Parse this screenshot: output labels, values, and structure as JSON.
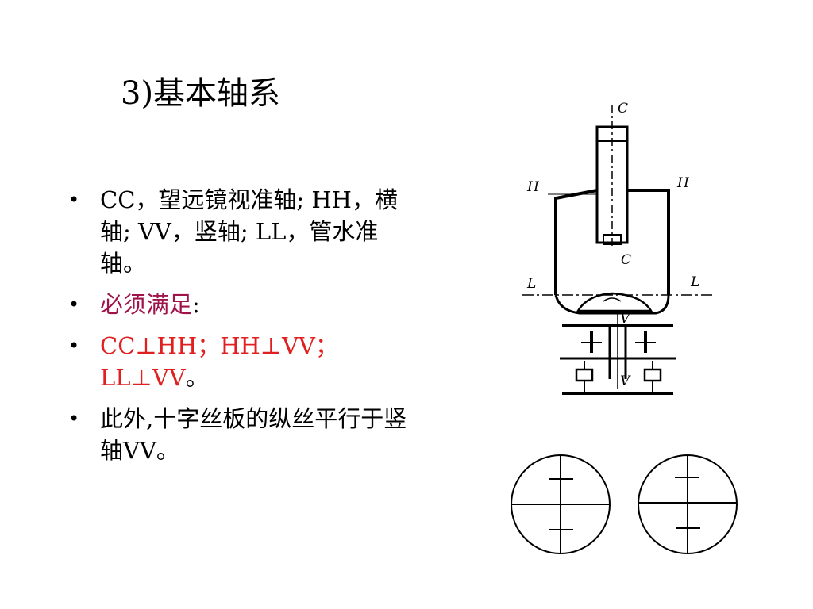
{
  "slide": {
    "title": "3)基本轴系",
    "bullets": [
      {
        "text": "CC，望远镜视准轴; HH，横轴; VV，竖轴; LL，管水准轴。"
      },
      {
        "text_main": "必须满足",
        "text_tail": ":"
      },
      {
        "text_main": " CC⊥HH；HH⊥VV；LL⊥VV",
        "text_tail": "。"
      },
      {
        "text": "此外,十字丝板的纵丝平行于竖轴VV。"
      }
    ]
  },
  "diagram": {
    "labels": {
      "c_top": "C",
      "c_bottom": "C",
      "h_left": "H",
      "h_right": "H",
      "l_left": "L",
      "l_right": "L",
      "v_top": "V",
      "v_bottom": "V"
    }
  },
  "colors": {
    "red": "#e02020",
    "maroon": "#a0124a",
    "text": "#000000"
  }
}
